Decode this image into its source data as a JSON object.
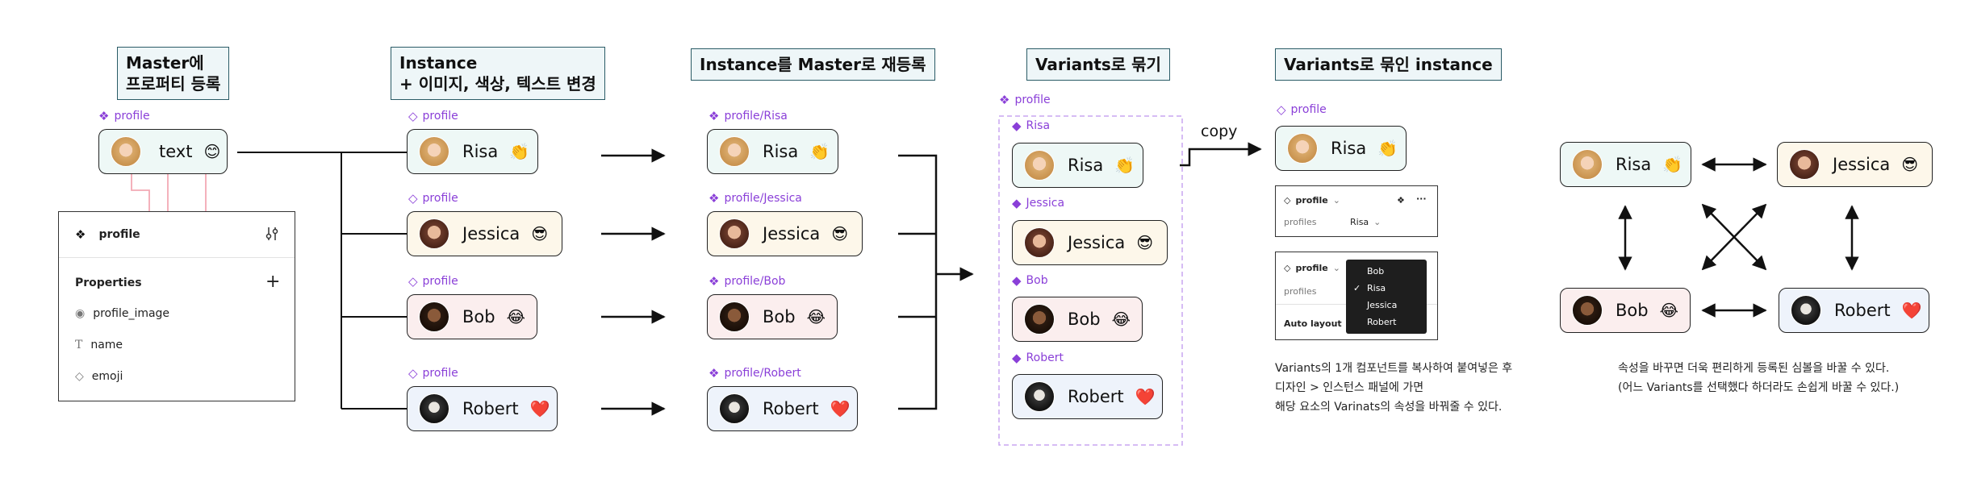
{
  "sections": {
    "master": [
      "Master에",
      "프로퍼티 등록"
    ],
    "instance": [
      "Instance",
      "+ 이미지, 색상, 텍스트 변경"
    ],
    "reregister": "Instance를 Master로 재등록",
    "variants": "Variants로 묶기",
    "variant_instance": "Variants로 묶인 instance"
  },
  "master_card": {
    "label": "profile",
    "name": "text",
    "emoji": "😊"
  },
  "props_panel": {
    "title": "profile",
    "section": "Properties",
    "add": "+",
    "rows": [
      {
        "label": "profile_image",
        "icon": "eye-icon"
      },
      {
        "label": "name",
        "icon": "text-type-icon"
      },
      {
        "label": "emoji",
        "icon": "diamond-outline-icon"
      }
    ]
  },
  "people": [
    {
      "name": "Risa",
      "emoji": "👏"
    },
    {
      "name": "Jessica",
      "emoji": "😎"
    },
    {
      "name": "Bob",
      "emoji": "😂"
    },
    {
      "name": "Robert",
      "emoji": "❤️"
    }
  ],
  "instance_labels": [
    "profile",
    "profile",
    "profile",
    "profile"
  ],
  "reregister_labels": [
    "profile/Risa",
    "profile/Jessica",
    "profile/Bob",
    "profile/Robert"
  ],
  "variants_group_label": "profile",
  "variant_labels": [
    "Risa",
    "Jessica",
    "Bob",
    "Robert"
  ],
  "copy_label": "copy",
  "instance_panel": {
    "label": "profile",
    "component": "profile",
    "prop": "profiles",
    "value": "Risa",
    "auto_layout": "Auto layout",
    "menu": [
      "Bob",
      "Risa",
      "Jessica",
      "Robert"
    ],
    "menu_checked": "Risa",
    "check": "✓"
  },
  "caption_left": [
    "Variants의 1개 컴포넌트를 복사하여 붙여넣은 후",
    "디자인 > 인스턴스 패널에 가면",
    "해당 요소의 Varinats의 속성을 바꿔줄 수 있다."
  ],
  "caption_right": [
    "속성을 바꾸면 더욱 편리하게 등록된 심볼을 바꿀 수 있다.",
    "(어느 Variants를 선택했다 하더라도 손쉽게 바꿀 수 있다.)"
  ],
  "colors": {
    "purple": "#8a3fd8",
    "pink": "#f3a9b4",
    "title_bg": "#eef6f8",
    "title_border": "#2a5b66",
    "dashed": "#c9a6f0"
  }
}
